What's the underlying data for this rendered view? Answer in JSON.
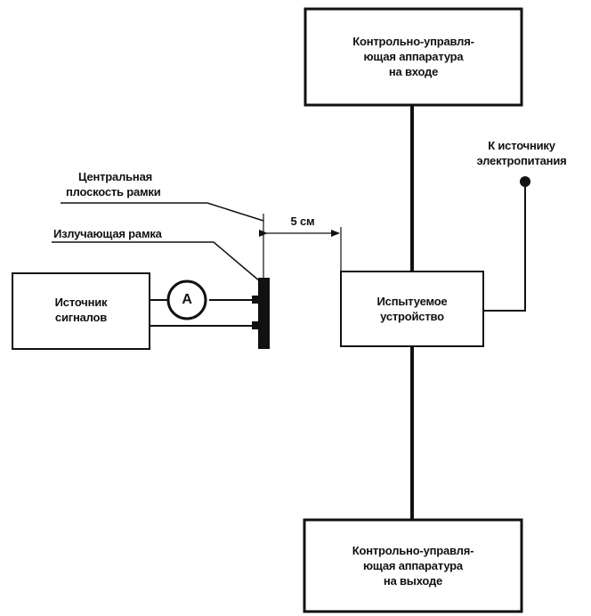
{
  "diagram": {
    "top_box": [
      "Контрольно-управля-",
      "ющая аппаратура",
      "на входе"
    ],
    "bottom_box": [
      "Контрольно-управля-",
      "ющая аппаратура",
      "на выходе"
    ],
    "power_label": [
      "К источнику",
      "электропитания"
    ],
    "central_plane_label": [
      "Центральная",
      "плоскость рамки"
    ],
    "radiating_frame_label": "Излучающая рамка",
    "distance_label": "5 см",
    "signal_source": [
      "Источник",
      "сигналов"
    ],
    "ammeter_symbol": "A",
    "device_under_test": [
      "Испытуемое",
      "устройство"
    ]
  }
}
